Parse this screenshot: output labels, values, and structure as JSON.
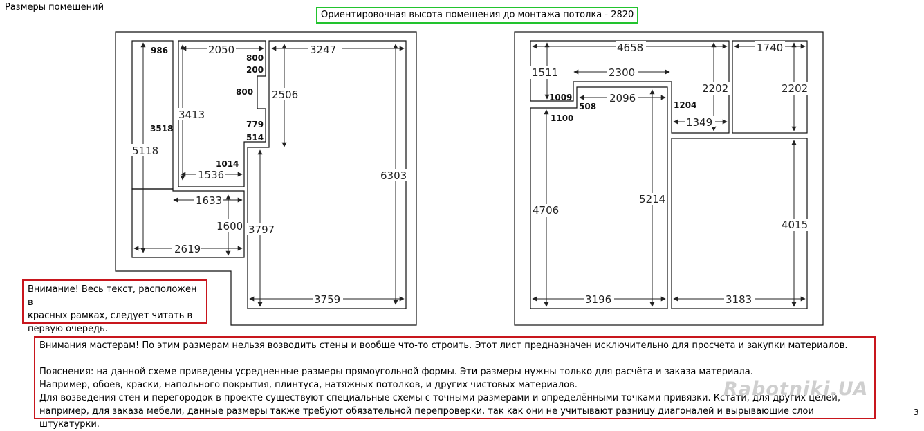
{
  "page_title": "Размеры помещений",
  "height_note": "Ориентировочная высота помещения до монтажа потолка - 2820",
  "warning_small": [
    "Внимание! Весь текст, расположен в",
    "красных рамках, следует читать в",
    "первую очередь."
  ],
  "warning_big": {
    "line1": "Внимания мастерам! По этим размерам нельзя возводить стены и вообще что-то строить. Этот лист предназначен исключительно для просчета и закупки материалов.",
    "line2": "Пояснения: на данной схеме приведены усредненные размеры прямоугольной формы. Эти размеры нужны только для расчёта и заказа материала.",
    "line3": "Например, обоев, краски, напольного покрытия, плинтуса, натяжных потолков, и других чистовых материалов.",
    "line4": "Для возведения стен и перегородок в проекте существуют специальные схемы с точными размерами и определёнными точками привязки. Кстати, для других целей,",
    "line5": "например, для заказа мебели, данные размеры также требуют обязательной перепроверки, так как они не учитывают разницу диагоналей и вырывающие слои штукатурки."
  },
  "page_number": "3",
  "watermark": "Rabotniki.UA",
  "dimensions": {
    "d986": "986",
    "d2050": "2050",
    "d3247": "3247",
    "d800a": "800",
    "d200": "200",
    "d800b": "800",
    "d3413": "3413",
    "d2506": "2506",
    "d3518": "3518",
    "d779": "779",
    "d514": "514",
    "d5118": "5118",
    "d1014": "1014",
    "d1536": "1536",
    "d6303": "6303",
    "d1633": "1633",
    "d1600": "1600",
    "d3797": "3797",
    "d2619": "2619",
    "d3759": "3759",
    "d4658": "4658",
    "d1740": "1740",
    "d1511": "1511",
    "d2300": "2300",
    "d2202a": "2202",
    "d2202b": "2202",
    "d1009": "1009",
    "d508": "508",
    "d2096": "2096",
    "d1204": "1204",
    "d1100": "1100",
    "d1349": "1349",
    "d4706": "4706",
    "d5214": "5214",
    "d4015": "4015",
    "d3196": "3196",
    "d3183": "3183"
  }
}
